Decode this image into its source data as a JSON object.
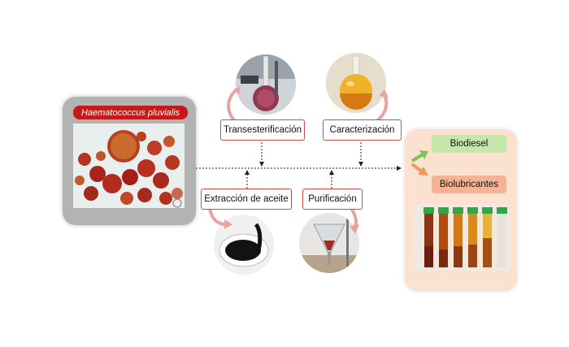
{
  "species_label": "Haematococcus pluvialis",
  "steps": {
    "transesterification": "Transesterificación",
    "characterization": "Caracterización",
    "oil_extraction": "Extracción de aceite",
    "purification": "Purificación"
  },
  "products": {
    "biodiesel": "Biodiesel",
    "biolubricants": "Biolubricantes"
  },
  "colors": {
    "accent_red": "#c61a1a",
    "box_border": "#c9504a",
    "biodiesel_fill": "#c6e7a9",
    "biolub_fill": "#f5b393",
    "product_panel": "#fbe2d0",
    "arrow_green": "#7fc25b",
    "arrow_orange": "#ef9a5a",
    "curve_arrow": "#e8a3a0"
  },
  "icons": [
    "microscope-cells-image",
    "distillation-flask-image",
    "round-flask-image",
    "oil-bowl-image",
    "separatory-funnel-image",
    "test-tubes-image"
  ]
}
